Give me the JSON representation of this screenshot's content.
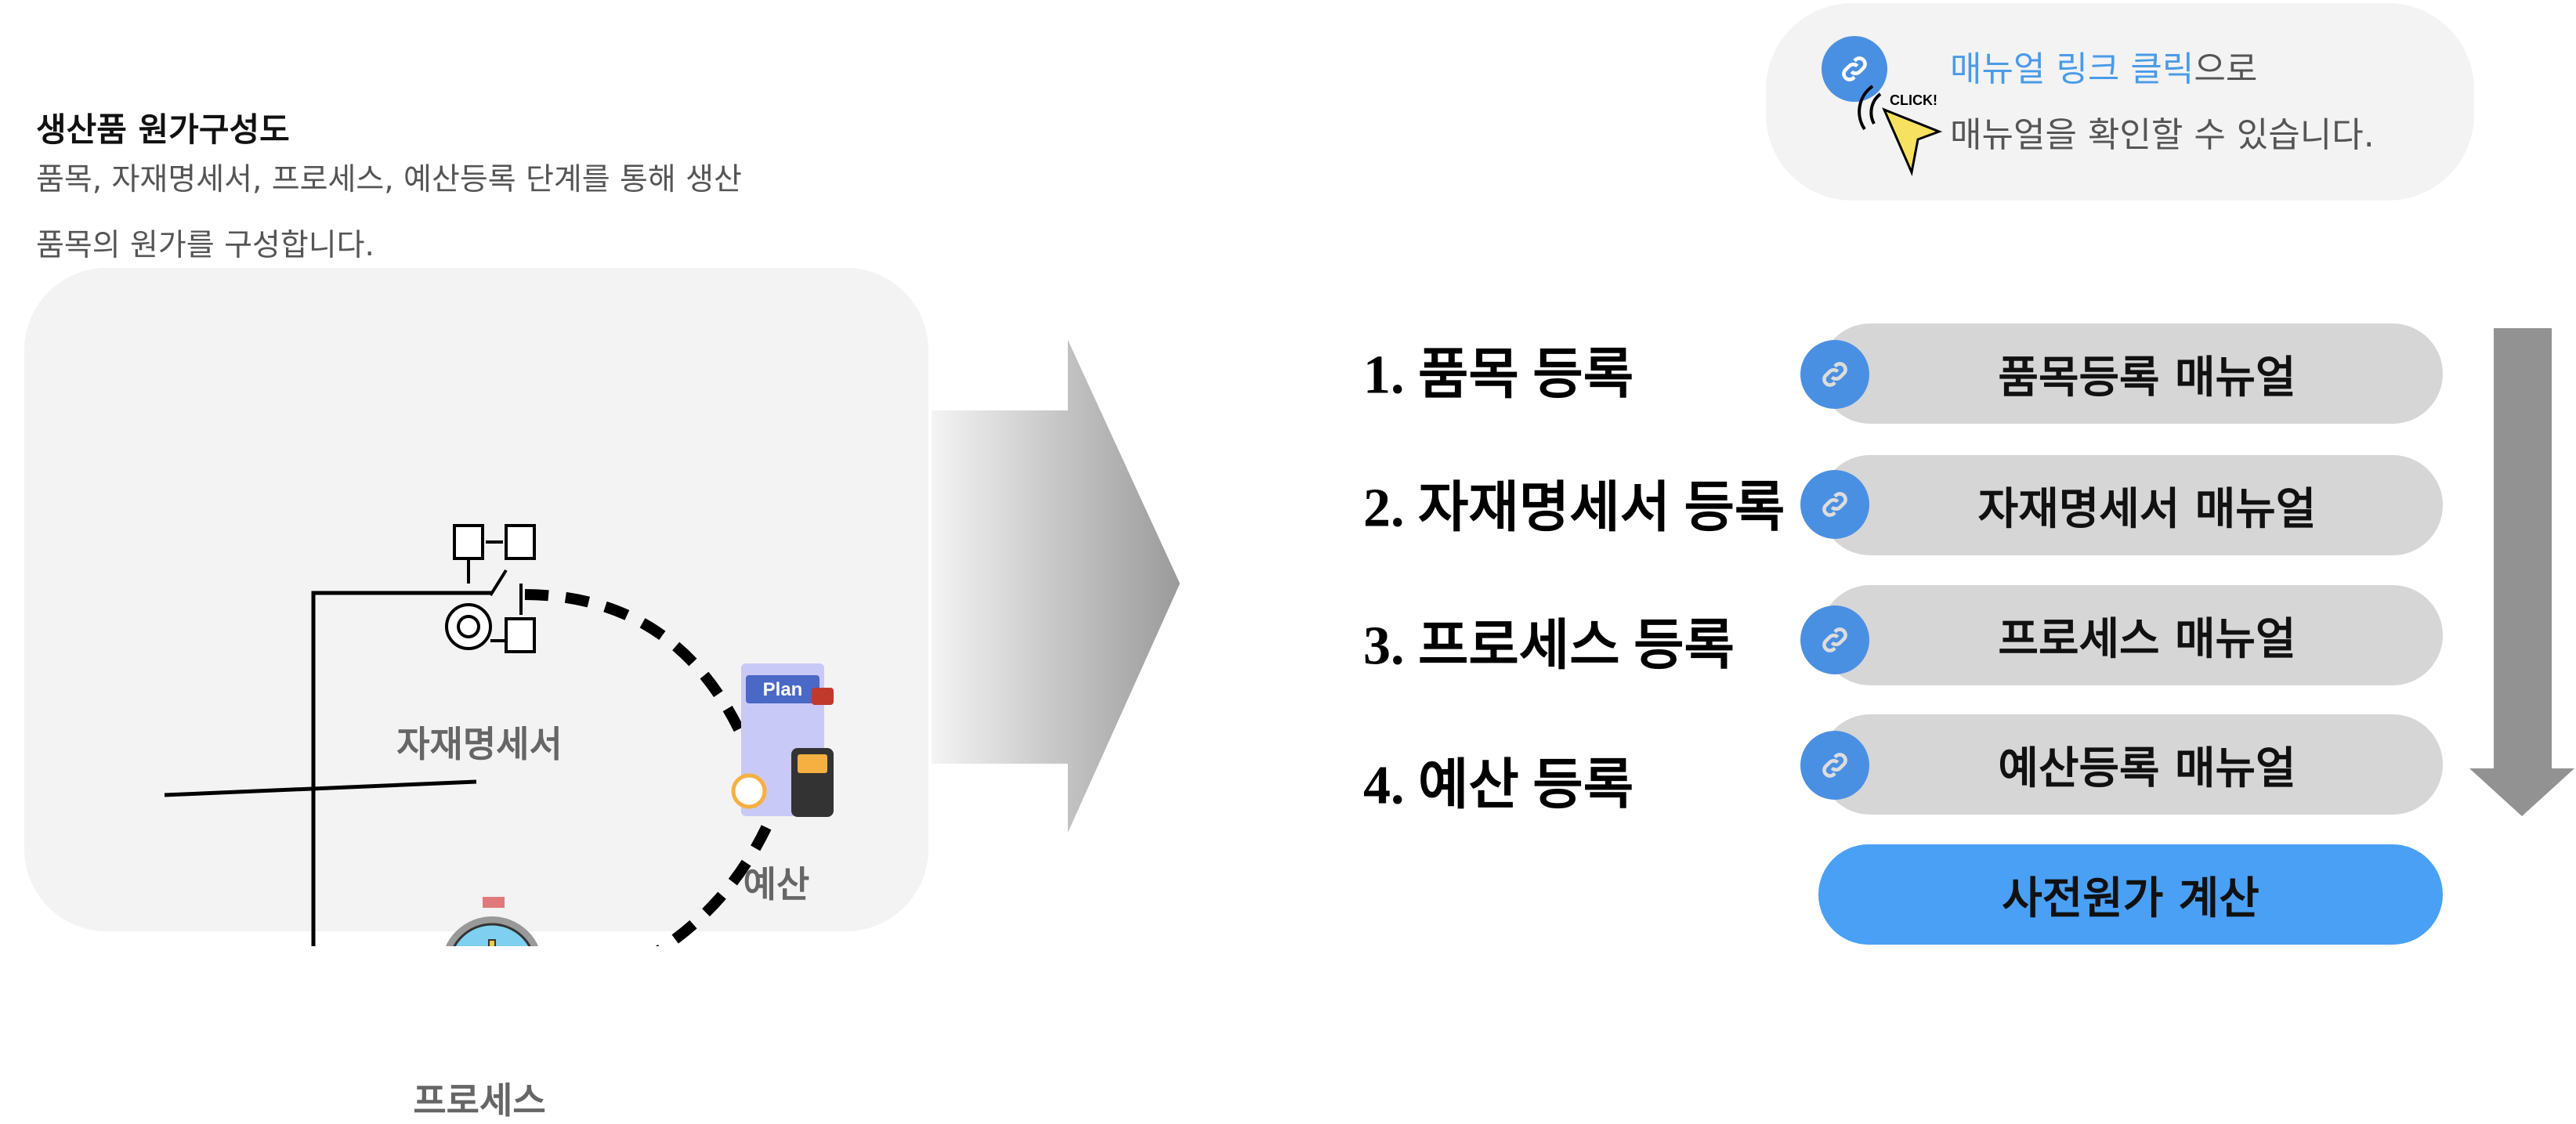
{
  "header": {
    "title": "생산품 원가구성도",
    "description_lines": [
      "품목, 자재명세서, 프로세스, 예산등록 단계를 통해 생산",
      "품목의 원가를 구성합니다."
    ]
  },
  "diagram": {
    "nodes": [
      {
        "label": "자재명세서",
        "icon": "bill-of-materials-icon"
      },
      {
        "label": "프로세스",
        "icon": "process-stopwatch-gear-icon"
      },
      {
        "label": "예산",
        "icon": "budget-plan-calculator-icon",
        "icon_text": "Plan"
      }
    ]
  },
  "info": {
    "highlight": "매뉴얼 링크 클릭",
    "suffix": "으로",
    "line2": "매뉴얼을 확인할 수 있습니다.",
    "click_badge": "CLICK!"
  },
  "steps": [
    {
      "label": "1. 품목 등록",
      "manual": "품목등록 매뉴얼"
    },
    {
      "label": "2. 자재명세서 등록",
      "manual": "자재명세서 매뉴얼"
    },
    {
      "label": "3. 프로세스 등록",
      "manual": "프로세스 매뉴얼"
    },
    {
      "label": "4. 예산 등록",
      "manual": "예산등록 매뉴얼"
    }
  ],
  "calculate_button": "사전원가 계산",
  "colors": {
    "accent": "#4a90e2",
    "button": "#4aa0f5",
    "pill": "#d6d6d6",
    "panel": "#f3f3f3",
    "highlight_text": "#4a9be8"
  }
}
